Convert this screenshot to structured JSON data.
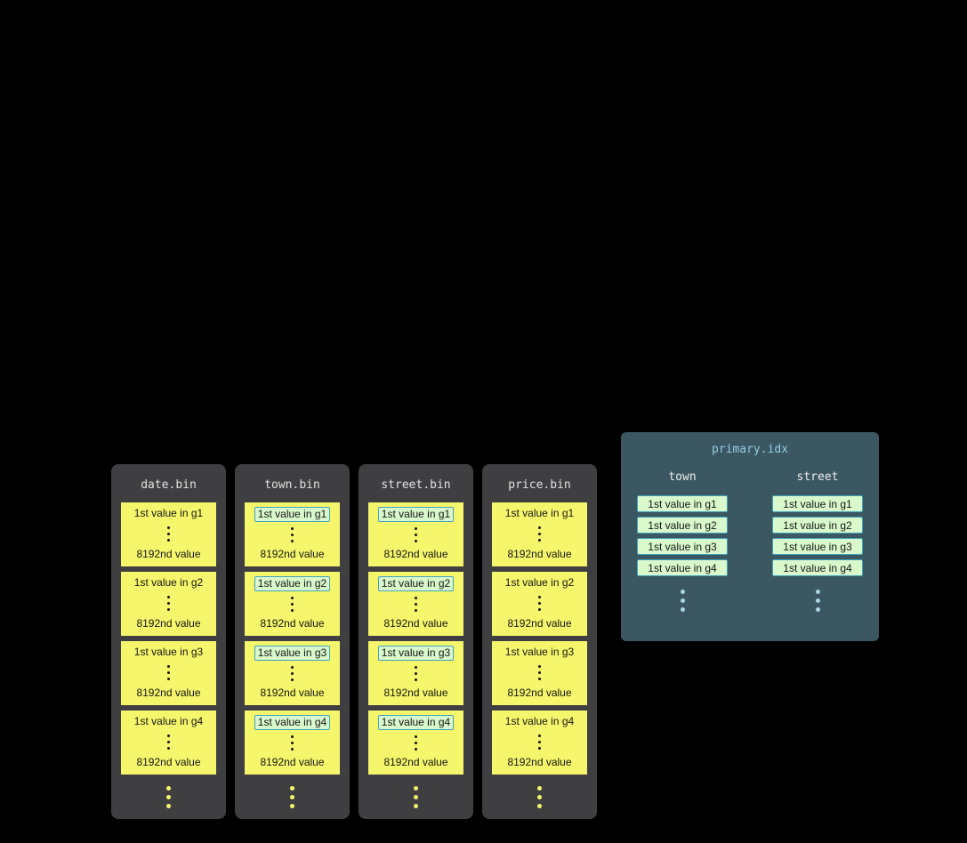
{
  "bin_files": [
    {
      "title": "date.bin",
      "highlighted": false,
      "groups": [
        {
          "first": "1st value in g1",
          "last": "8192nd value"
        },
        {
          "first": "1st value in g2",
          "last": "8192nd value"
        },
        {
          "first": "1st value in g3",
          "last": "8192nd value"
        },
        {
          "first": "1st value in g4",
          "last": "8192nd value"
        }
      ]
    },
    {
      "title": "town.bin",
      "highlighted": true,
      "groups": [
        {
          "first": "1st value in g1",
          "last": "8192nd value"
        },
        {
          "first": "1st value in g2",
          "last": "8192nd value"
        },
        {
          "first": "1st value in g3",
          "last": "8192nd value"
        },
        {
          "first": "1st value in g4",
          "last": "8192nd value"
        }
      ]
    },
    {
      "title": "street.bin",
      "highlighted": true,
      "groups": [
        {
          "first": "1st value in g1",
          "last": "8192nd value"
        },
        {
          "first": "1st value in g2",
          "last": "8192nd value"
        },
        {
          "first": "1st value in g3",
          "last": "8192nd value"
        },
        {
          "first": "1st value in g4",
          "last": "8192nd value"
        }
      ]
    },
    {
      "title": "price.bin",
      "highlighted": false,
      "groups": [
        {
          "first": "1st value in g1",
          "last": "8192nd value"
        },
        {
          "first": "1st value in g2",
          "last": "8192nd value"
        },
        {
          "first": "1st value in g3",
          "last": "8192nd value"
        },
        {
          "first": "1st value in g4",
          "last": "8192nd value"
        }
      ]
    }
  ],
  "primary_index": {
    "title": "primary.idx",
    "columns": [
      {
        "name": "town",
        "entries": [
          "1st value in g1",
          "1st value in g2",
          "1st value in g3",
          "1st value in g4"
        ]
      },
      {
        "name": "street",
        "entries": [
          "1st value in g1",
          "1st value in g2",
          "1st value in g3",
          "1st value in g4"
        ]
      }
    ]
  },
  "colors": {
    "background": "#000000",
    "bin_panel": "#3f3f41",
    "granule_yellow": "#f6f66c",
    "granule_text": "#141414",
    "index_panel": "#3b5761",
    "index_title": "#93cde6",
    "index_entry_bg": "#d9f8cb",
    "index_entry_border": "#3fa3bd",
    "index_dots": "#a9d5e5"
  }
}
